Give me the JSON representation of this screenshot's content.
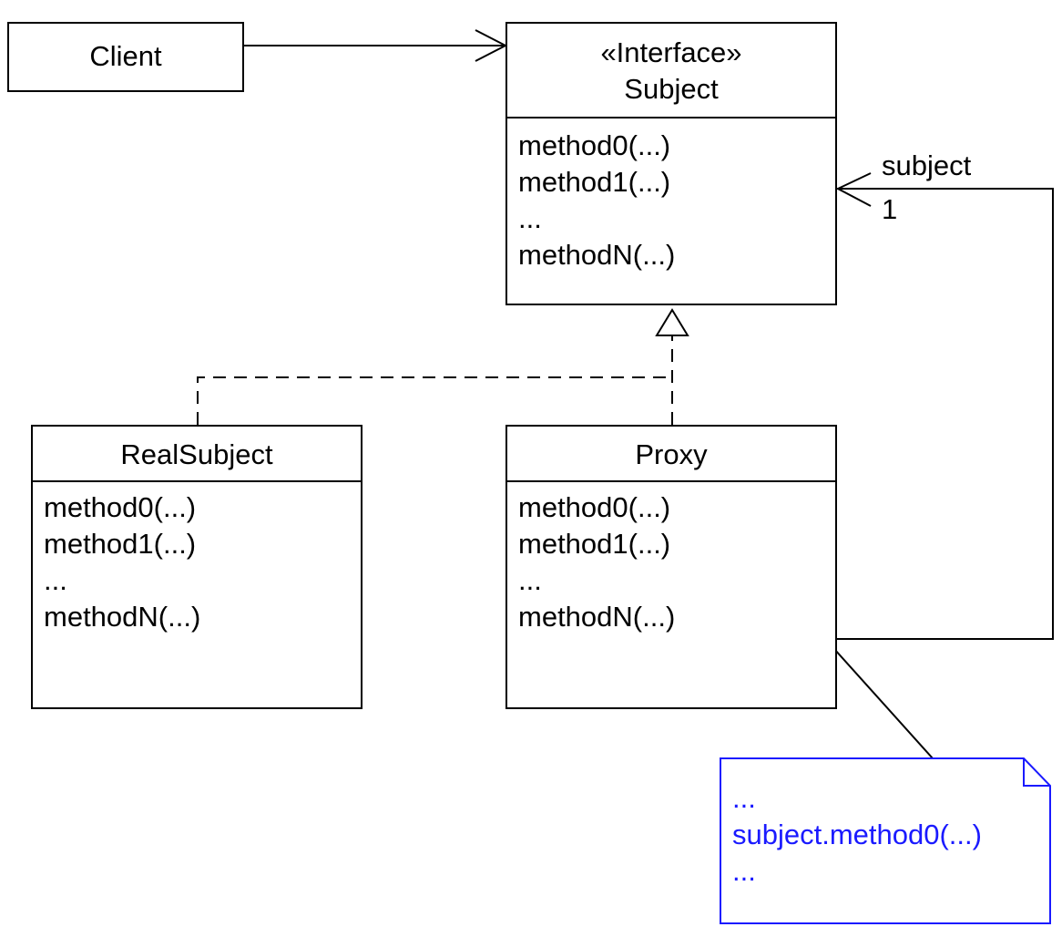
{
  "client": {
    "title": "Client"
  },
  "subject": {
    "stereotype": "«Interface»",
    "title": "Subject",
    "methods": [
      "method0(...)",
      "method1(...)",
      "...",
      "methodN(...)"
    ]
  },
  "real_subject": {
    "title": "RealSubject",
    "methods": [
      "method0(...)",
      "method1(...)",
      "...",
      "methodN(...)"
    ]
  },
  "proxy": {
    "title": "Proxy",
    "methods": [
      "method0(...)",
      "method1(...)",
      "...",
      "methodN(...)"
    ]
  },
  "association": {
    "role": "subject",
    "multiplicity": "1"
  },
  "note": {
    "lines": [
      "...",
      "subject.method0(...)",
      "..."
    ]
  },
  "colors": {
    "line": "#000000",
    "note": "#1a1aff"
  }
}
